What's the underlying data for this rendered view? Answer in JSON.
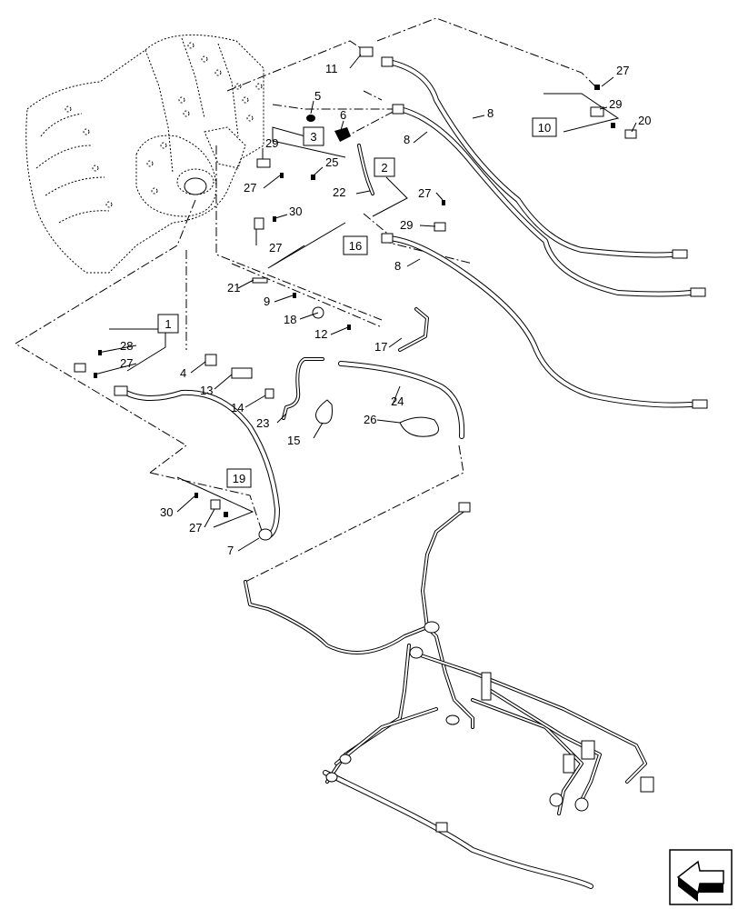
{
  "diagram": {
    "callouts": {
      "c1": "1",
      "c2": "2",
      "c3": "3",
      "c4": "4",
      "c5": "5",
      "c6": "6",
      "c7": "7",
      "c8": "8",
      "c9": "9",
      "c10": "10",
      "c11": "11",
      "c12": "12",
      "c13": "13",
      "c14": "14",
      "c15": "15",
      "c16": "16",
      "c17": "17",
      "c18": "18",
      "c19": "19",
      "c20": "20",
      "c21": "21",
      "c22": "22",
      "c23": "23",
      "c24": "24",
      "c25": "25",
      "c26": "26",
      "c27": "27",
      "c28": "28",
      "c29": "29",
      "c30": "30"
    },
    "icons": {
      "view_direction": "arrow-direction-icon"
    }
  }
}
